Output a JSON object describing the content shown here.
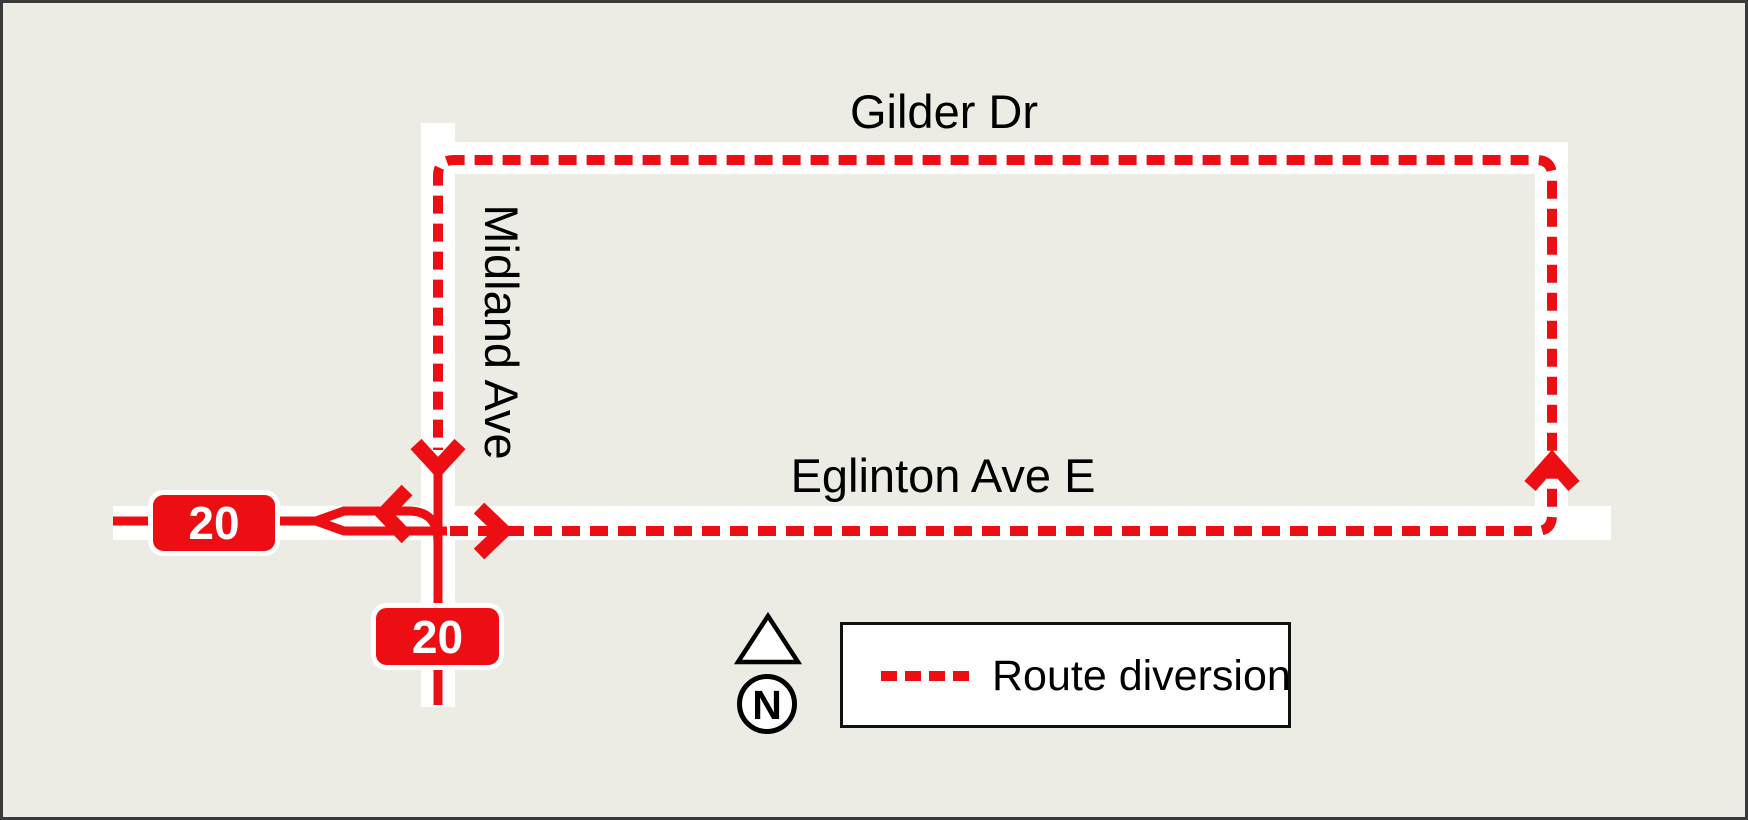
{
  "map": {
    "colors": {
      "background": "#ECECE4",
      "road": "#FFFFFF",
      "route_red": "#EC0E13",
      "text": "#000000",
      "frame_border": "#3A3A3A",
      "legend_border": "#111111"
    },
    "streets": {
      "gilder_dr": "Gilder Dr",
      "midland_ave": "Midland Ave",
      "eglinton_ave_e": "Eglinton Ave E"
    },
    "route_badges": [
      {
        "number": "20"
      },
      {
        "number": "20"
      }
    ],
    "compass": {
      "north_label": "N"
    },
    "legend": {
      "items": [
        {
          "symbol": "red-dashed-line",
          "label": "Route diversion"
        }
      ]
    }
  }
}
